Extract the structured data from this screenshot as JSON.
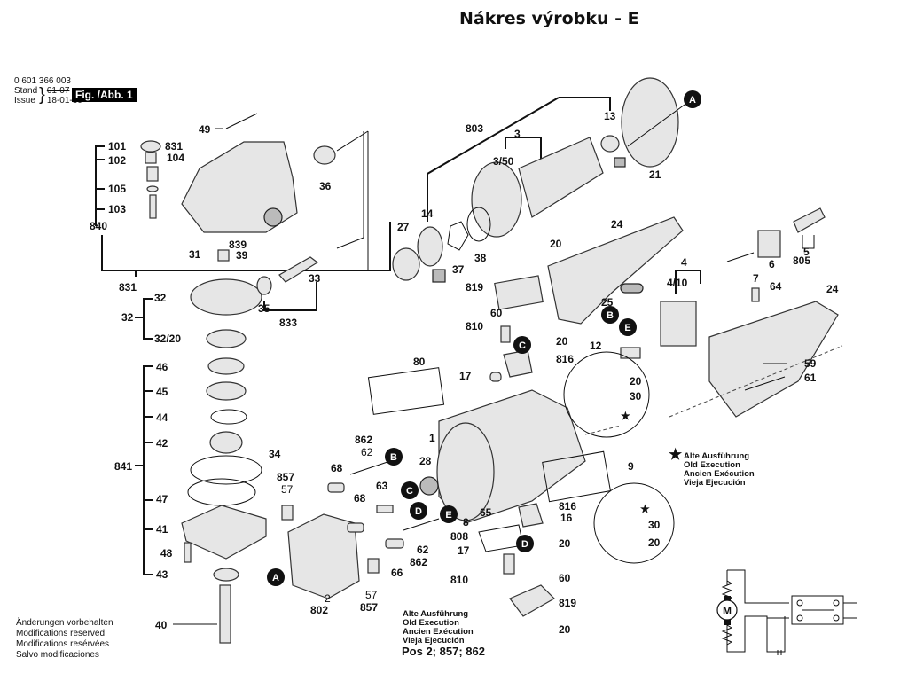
{
  "title": "Nákres výrobku - E",
  "header": {
    "part_number": "0 601 366 003",
    "stand_label": "Stand",
    "issue_label": "Issue",
    "stand_value": "01-07",
    "issue_value": "18-01-30",
    "figure_label": "Fig. /Abb. 1"
  },
  "footer": {
    "lines": [
      "Änderungen vorbehalten",
      "Modifications reserved",
      "Modifications resérvées",
      "Salvo modificaciones"
    ]
  },
  "old_execution_note": {
    "star": "★",
    "lines": [
      "Alte Ausführung",
      "Old Execution",
      "Ancien Exécution",
      "Vieja Ejecución"
    ]
  },
  "old_execution_note_2": {
    "lines": [
      "Alte Ausführung",
      "Old Execution",
      "Ancien Exécution",
      "Vieja Ejecución"
    ],
    "positions": "Pos 2; 857; 862"
  },
  "callouts": [
    "A",
    "B",
    "C",
    "D",
    "E"
  ],
  "part_labels": {
    "p49": "49",
    "p101": "101",
    "p102": "102",
    "p831a": "831",
    "p104": "104",
    "p105": "105",
    "p103": "103",
    "p840": "840",
    "p31": "31",
    "p839": "839",
    "p39": "39",
    "p36": "36",
    "p831b": "831",
    "p32a": "32",
    "p32b": "32",
    "p3220": "32/20",
    "p35": "35",
    "p33": "33",
    "p833": "833",
    "p46": "46",
    "p45": "45",
    "p44": "44",
    "p42": "42",
    "p841": "841",
    "p34": "34",
    "p47": "47",
    "p41": "41",
    "p48": "48",
    "p43": "43",
    "p40": "40",
    "p803": "803",
    "p3": "3",
    "p350": "3/50",
    "p13": "13",
    "p21": "21",
    "p14": "14",
    "p27": "27",
    "p37": "37",
    "p38": "38",
    "p20a": "20",
    "p819a": "819",
    "p24a": "24",
    "p25": "25",
    "p4": "4",
    "p410": "4/10",
    "p7": "7",
    "p64": "64",
    "p6": "6",
    "p5": "5",
    "p805": "805",
    "p24b": "24",
    "p60a": "60",
    "p810a": "810",
    "p20b": "20",
    "p816a": "816",
    "p17a": "17",
    "p12": "12",
    "p59": "59",
    "p61": "61",
    "p20c": "20",
    "p30a": "30",
    "p80": "80",
    "p1": "1",
    "p9": "9",
    "p862a": "862",
    "p62a": "62",
    "p28": "28",
    "p68a": "68",
    "p857a": "857",
    "p57a": "57",
    "p63": "63",
    "p68b": "68",
    "p65": "65",
    "p8": "8",
    "p808": "808",
    "p62b": "62",
    "p862b": "862",
    "p66": "66",
    "p17b": "17",
    "p810b": "810",
    "p2": "2",
    "p802": "802",
    "p57b": "57",
    "p857b": "857",
    "p816b": "816",
    "p16": "16",
    "p20d": "20",
    "p60b": "60",
    "p819b": "819",
    "p20e": "20",
    "p30b": "30",
    "p20f": "20"
  },
  "schematic": {
    "motor_label": "M"
  }
}
